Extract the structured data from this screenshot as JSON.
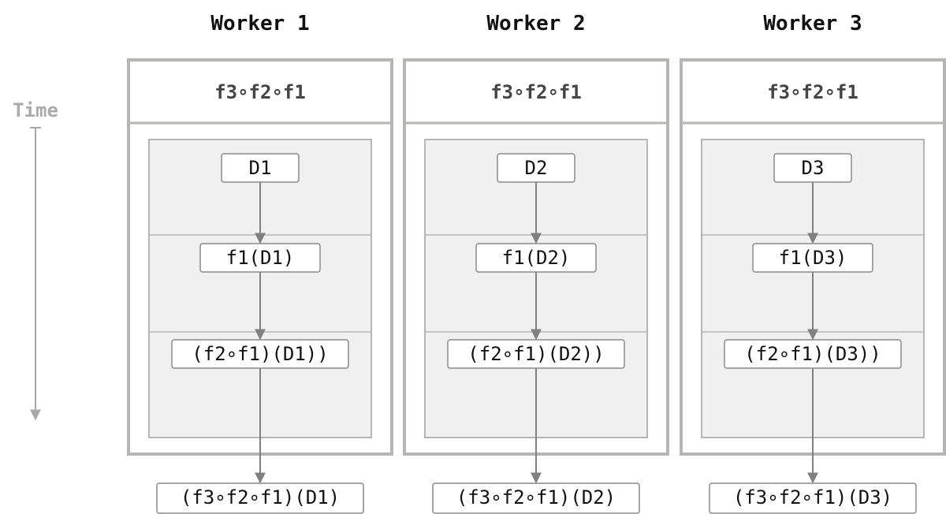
{
  "time_axis": {
    "label": "Time"
  },
  "workers": [
    {
      "title": "Worker 1",
      "composed": "f3∘f2∘f1",
      "steps": [
        "D1",
        "f1(D1)",
        "(f2∘f1)(D1))"
      ],
      "output": "(f3∘f2∘f1)(D1)"
    },
    {
      "title": "Worker 2",
      "composed": "f3∘f2∘f1",
      "steps": [
        "D2",
        "f1(D2)",
        "(f2∘f1)(D2))"
      ],
      "output": "(f3∘f2∘f1)(D2)"
    },
    {
      "title": "Worker 3",
      "composed": "f3∘f2∘f1",
      "steps": [
        "D3",
        "f1(D3)",
        "(f2∘f1)(D3))"
      ],
      "output": "(f3∘f2∘f1)(D3)"
    }
  ],
  "colors": {
    "border": "#b4b6b3",
    "inner_fill": "#f0f0f0",
    "arrow": "#808080",
    "time_axis": "#a8a8a8"
  }
}
